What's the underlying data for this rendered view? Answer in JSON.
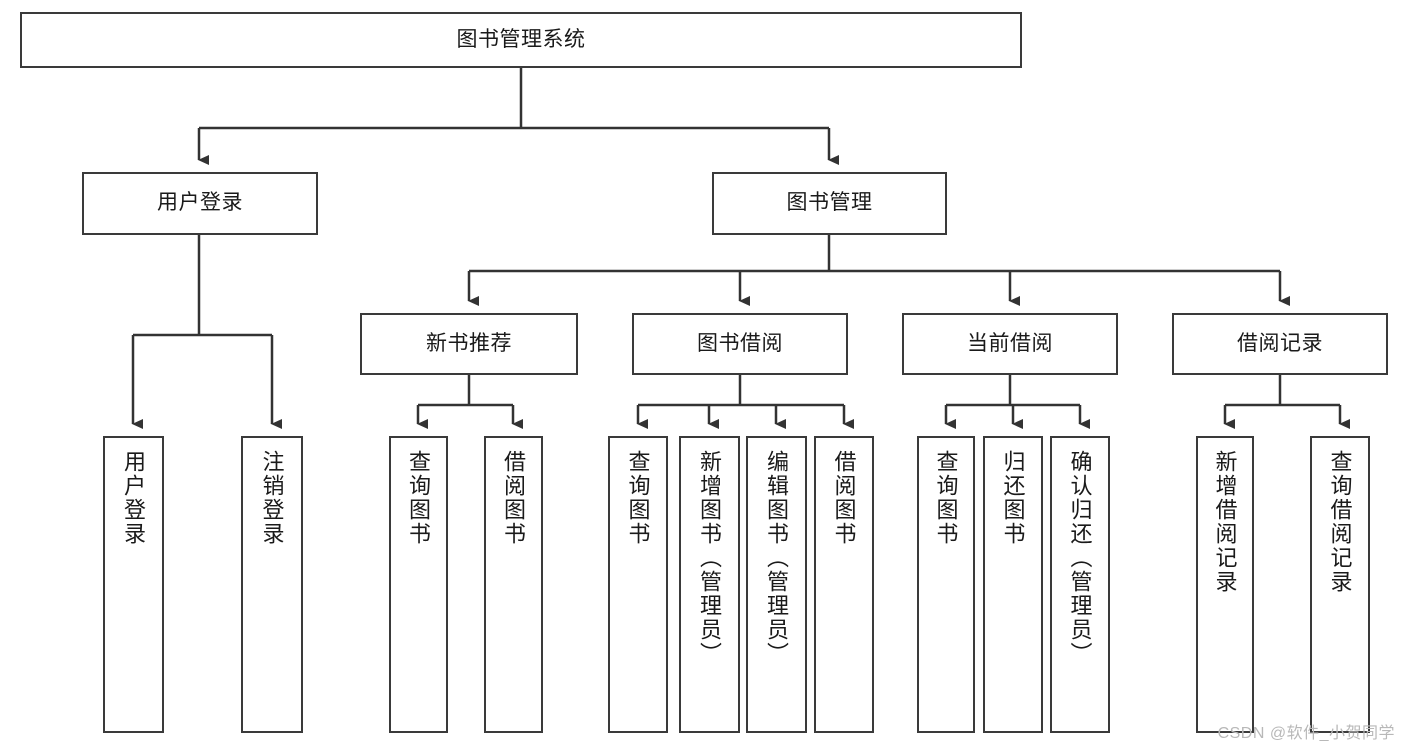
{
  "diagram": {
    "title": "图书管理系统",
    "watermark": "CSDN @软件_小贺同学",
    "colors": {
      "background": "#ffffff",
      "box_border": "#3a3a3a",
      "connector": "#333333",
      "text": "#1a1a1a",
      "watermark": "#b8b8b8"
    },
    "levels": {
      "root": {
        "label": "图书管理系统"
      },
      "level2": [
        {
          "id": "user-login",
          "label": "用户登录"
        },
        {
          "id": "book-management",
          "label": "图书管理"
        }
      ],
      "level3": [
        {
          "id": "new-book-recommend",
          "label": "新书推荐",
          "parent": "book-management"
        },
        {
          "id": "book-borrow",
          "label": "图书借阅",
          "parent": "book-management"
        },
        {
          "id": "current-borrow",
          "label": "当前借阅",
          "parent": "book-management"
        },
        {
          "id": "borrow-record",
          "label": "借阅记录",
          "parent": "book-management"
        }
      ],
      "leaves": [
        {
          "id": "leaf-user-login",
          "label": "用户登录",
          "parent": "user-login"
        },
        {
          "id": "leaf-user-logout",
          "label": "注销登录",
          "parent": "user-login"
        },
        {
          "id": "leaf-query-book-1",
          "label": "查询图书",
          "parent": "new-book-recommend"
        },
        {
          "id": "leaf-borrow-book-1",
          "label": "借阅图书",
          "parent": "new-book-recommend"
        },
        {
          "id": "leaf-query-book-2",
          "label": "查询图书",
          "parent": "book-borrow"
        },
        {
          "id": "leaf-add-book",
          "label": "新增图书（管理员）",
          "parent": "book-borrow"
        },
        {
          "id": "leaf-edit-book",
          "label": "编辑图书（管理员）",
          "parent": "book-borrow"
        },
        {
          "id": "leaf-borrow-book-2",
          "label": "借阅图书",
          "parent": "book-borrow"
        },
        {
          "id": "leaf-query-book-3",
          "label": "查询图书",
          "parent": "current-borrow"
        },
        {
          "id": "leaf-return-book",
          "label": "归还图书",
          "parent": "current-borrow"
        },
        {
          "id": "leaf-confirm-return",
          "label": "确认归还（管理员）",
          "parent": "current-borrow"
        },
        {
          "id": "leaf-add-record",
          "label": "新增借阅记录",
          "parent": "borrow-record"
        },
        {
          "id": "leaf-query-record",
          "label": "查询借阅记录",
          "parent": "borrow-record"
        }
      ]
    }
  }
}
